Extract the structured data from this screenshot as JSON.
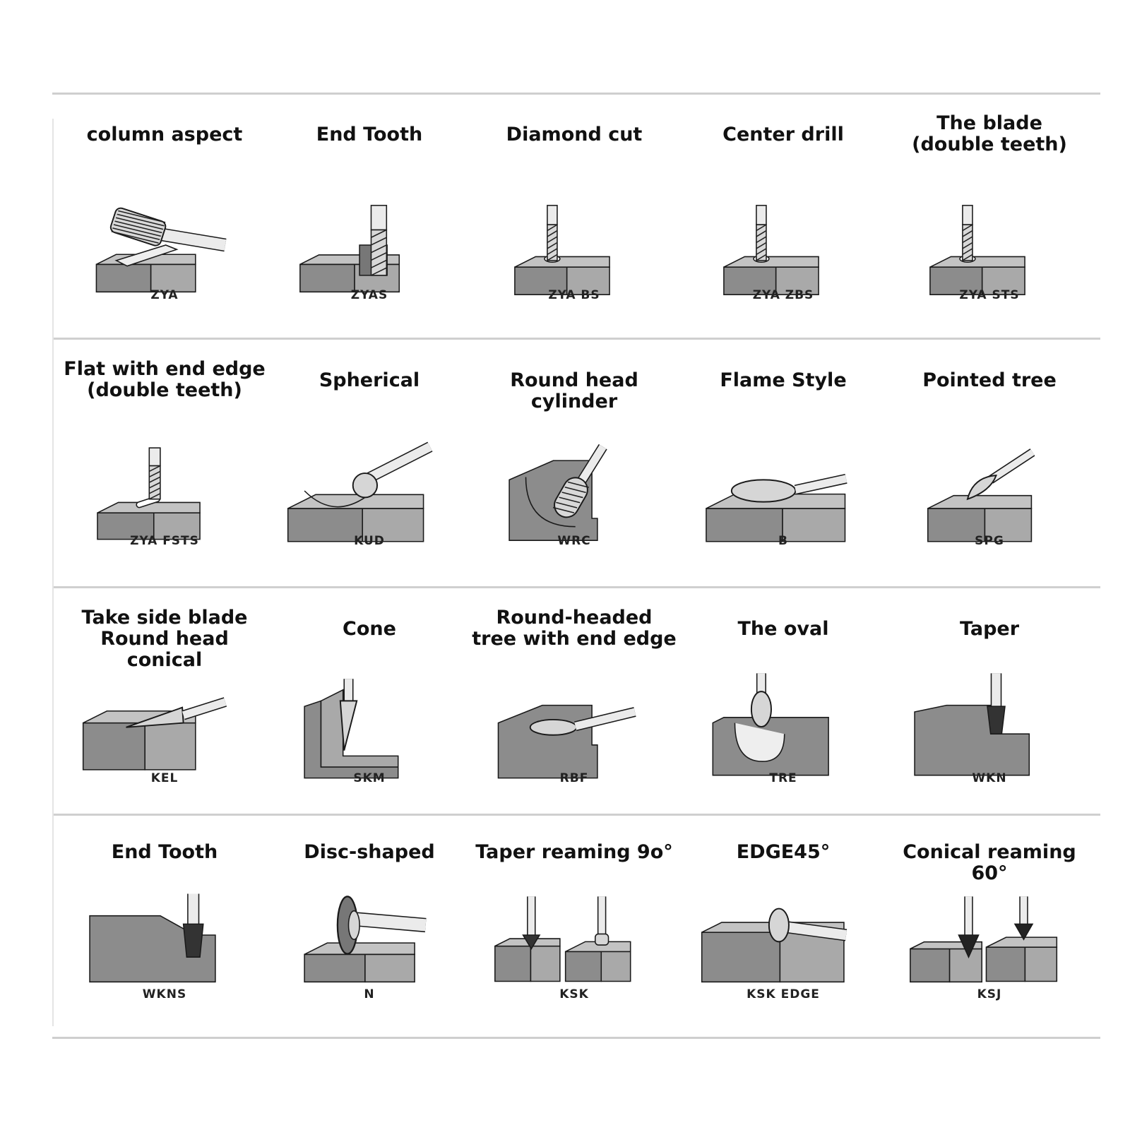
{
  "colors": {
    "block_front": "#8c8c8c",
    "block_side": "#a9a9a9",
    "block_top": "#c3c3c3",
    "shank": "#ebebeb",
    "outline": "#1a1a1a"
  },
  "rows": [
    {
      "items": [
        {
          "title": "column aspect",
          "code": "ZYA",
          "icon": "cylinder-burr-icon",
          "kind": "cyl-side"
        },
        {
          "title": "End Tooth",
          "code": "ZYAS",
          "icon": "end-tooth-burr-icon",
          "kind": "vert-step"
        },
        {
          "title": "Diamond cut",
          "code": "ZYA BS",
          "icon": "diamond-cut-burr-icon",
          "kind": "vert-hole"
        },
        {
          "title": "Center drill",
          "code": "ZYA ZBS",
          "icon": "center-drill-icon",
          "kind": "vert-hole"
        },
        {
          "title": "The blade\n(double teeth)",
          "code": "ZYA STS",
          "icon": "double-teeth-blade-icon",
          "kind": "vert-hole"
        }
      ]
    },
    {
      "items": [
        {
          "title": "Flat with end edge\n(double teeth)",
          "code": "ZYA FSTS",
          "icon": "flat-end-edge-icon",
          "kind": "vert-slot"
        },
        {
          "title": "Spherical",
          "code": "KUD",
          "icon": "spherical-burr-icon",
          "kind": "ball"
        },
        {
          "title": "Round head cylinder",
          "code": "WRC",
          "icon": "round-head-cylinder-icon",
          "kind": "roundcyl"
        },
        {
          "title": "Flame Style",
          "code": "B",
          "icon": "flame-burr-icon",
          "kind": "flame"
        },
        {
          "title": "Pointed tree",
          "code": "SPG",
          "icon": "pointed-tree-burr-icon",
          "kind": "tree"
        }
      ]
    },
    {
      "items": [
        {
          "title": "Take side blade\nRound head conical",
          "code": "KEL",
          "icon": "conical-side-blade-icon",
          "kind": "longcone"
        },
        {
          "title": "Cone",
          "code": "SKM",
          "icon": "cone-burr-icon",
          "kind": "cone"
        },
        {
          "title": "Round-headed\ntree with end edge",
          "code": "RBF",
          "icon": "round-tree-end-edge-icon",
          "kind": "roundtree"
        },
        {
          "title": "The oval",
          "code": "TRE",
          "icon": "oval-burr-icon",
          "kind": "oval"
        },
        {
          "title": "Taper",
          "code": "WKN",
          "icon": "taper-burr-icon",
          "kind": "taper"
        }
      ]
    },
    {
      "items": [
        {
          "title": "End Tooth",
          "code": "WKNS",
          "icon": "end-tooth-taper-icon",
          "kind": "taper2"
        },
        {
          "title": "Disc-shaped",
          "code": "N",
          "icon": "disc-burr-icon",
          "kind": "disc"
        },
        {
          "title": "Taper reaming 9o°",
          "code": "KSK",
          "icon": "taper-reaming-icon",
          "kind": "ream90"
        },
        {
          "title": "EDGE45°",
          "code": "KSK EDGE",
          "icon": "edge45-burr-icon",
          "kind": "edge45"
        },
        {
          "title": "Conical reaming 60°",
          "code": "KSJ",
          "icon": "conical-reaming-icon",
          "kind": "ream60"
        }
      ]
    }
  ]
}
